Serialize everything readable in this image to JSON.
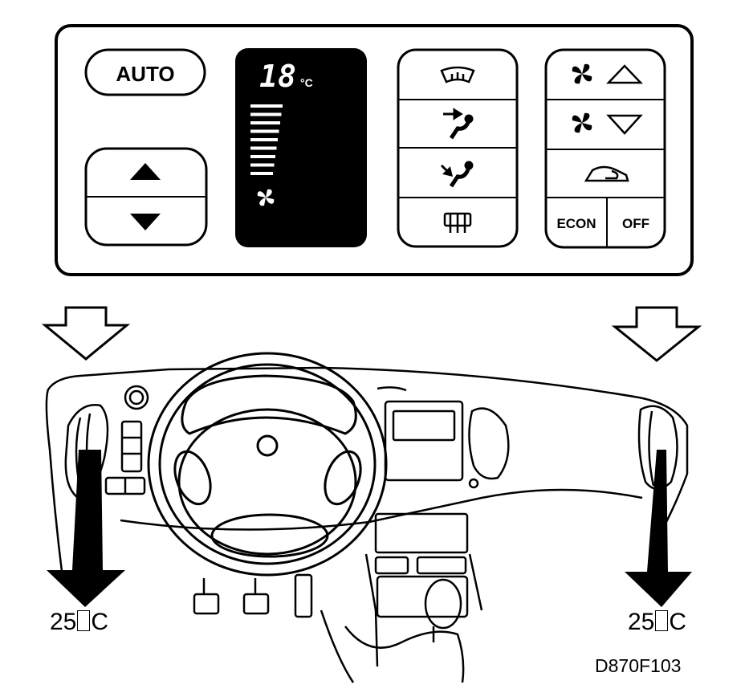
{
  "control_panel": {
    "auto_label": "AUTO",
    "display": {
      "temperature": "18",
      "unit": "°C",
      "fan_level_bars": 9,
      "fan_level_max": 9
    },
    "temp_up_icon": "triangle-up-icon",
    "temp_down_icon": "triangle-down-icon",
    "mode_buttons": [
      "windshield-defrost-icon",
      "face-vent-icon",
      "foot-vent-icon",
      "rear-defrost-icon"
    ],
    "fan_up_icon": "fan-up-icon",
    "fan_down_icon": "fan-down-icon",
    "recirculation_icon": "recirculation-icon",
    "econ_label": "ECON",
    "off_label": "OFF"
  },
  "dashboard": {
    "left_vent_temp": "25",
    "left_vent_unit": "C",
    "right_vent_temp": "25",
    "right_vent_unit": "C"
  },
  "figure_code": "D870F103",
  "colors": {
    "line": "#000000",
    "background": "#ffffff",
    "display": "#000000"
  }
}
